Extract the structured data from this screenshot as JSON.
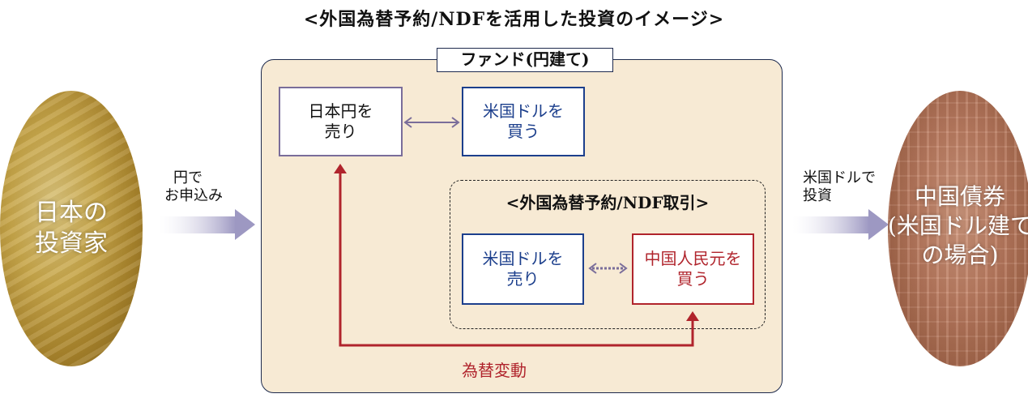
{
  "title": "<外国為替予約/NDFを活用した投資のイメージ>",
  "investor": {
    "line1": "日本の",
    "line2": "投資家"
  },
  "apply_note": {
    "line1": "円で",
    "line2": "お申込み"
  },
  "fund": {
    "title": "ファンド(円建て)",
    "sell_jpy": {
      "line1": "日本円を",
      "line2": "売り"
    },
    "buy_usd": {
      "line1": "米国ドルを",
      "line2": "買う"
    },
    "ndf": {
      "title": "<外国為替予約/NDF取引>",
      "sell_usd": {
        "line1": "米国ドルを",
        "line2": "売り"
      },
      "buy_cny": {
        "line1": "中国人民元を",
        "line2": "買う"
      }
    },
    "fx_label": "為替変動"
  },
  "invest_note": {
    "line1": "米国ドルで",
    "line2": "投資"
  },
  "bond": {
    "line1": "中国債券",
    "line2": "(米国ドル建て",
    "line3": "の場合)"
  },
  "colors": {
    "fund_bg": "#f7ead4",
    "blue": "#1c3f8c",
    "red": "#b0242c",
    "purple": "#7a6d9a",
    "arrow": "#9d98c2"
  }
}
